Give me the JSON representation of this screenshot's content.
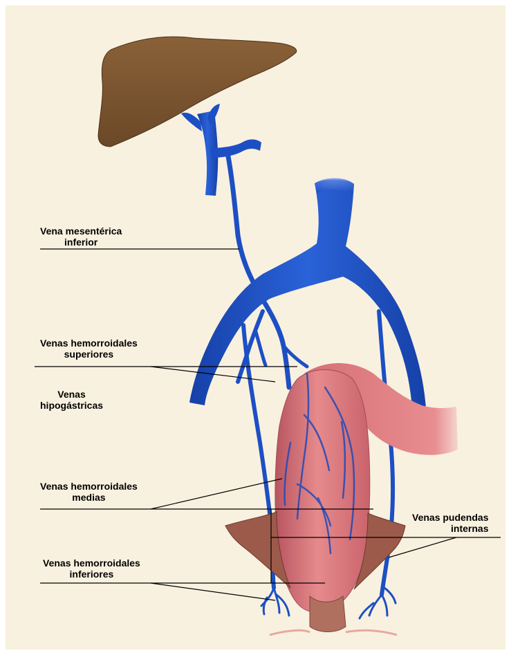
{
  "labels": {
    "mesenterica": {
      "line1": "Vena mesentérica",
      "line2": "inferior"
    },
    "hemorroidales_superiores": {
      "line1": "Venas hemorroidales",
      "line2": "superiores"
    },
    "hipogastricas": {
      "line1": "Venas",
      "line2": "hipogástricas"
    },
    "hemorroidales_medias": {
      "line1": "Venas hemorroidales",
      "line2": "medias"
    },
    "pudendas_internas": {
      "line1": "Venas pudendas",
      "line2": "internas"
    },
    "hemorroidales_inferiores": {
      "line1": "Venas hemorroidales",
      "line2": "inferiores"
    }
  },
  "colors": {
    "background": "#f8f1df",
    "liver": "#7a5430",
    "vein": "#1d4fc4",
    "rectum": "#d9737a",
    "sphincter": "#9c5a4a"
  }
}
